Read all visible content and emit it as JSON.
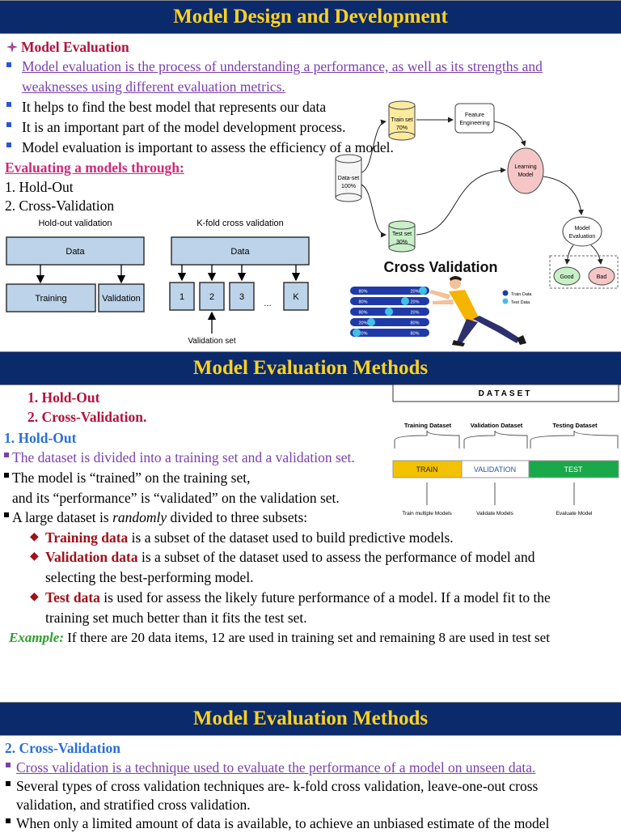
{
  "slide1": {
    "title": "Model Design and Development",
    "heading": "Model Evaluation",
    "intro_line1": "Model evaluation is the process of understanding a performance, as well as its strengths and",
    "intro_line2": "weaknesses using different evaluation metrics.",
    "bullets": [
      "It helps to find the best model that represents our data",
      "It is an important part of the model development process.",
      "Model evaluation is important to assess the efficiency of a model."
    ],
    "eval_heading": "Evaluating a models through:",
    "list": [
      "1. Hold-Out",
      "2. Cross-Validation"
    ],
    "holdout_diagram": {
      "title": "Hold-out validation",
      "data": "Data",
      "training": "Training",
      "validation": "Validation"
    },
    "kfold_diagram": {
      "title": "K-fold cross validation",
      "data": "Data",
      "folds": [
        "1",
        "2",
        "3",
        "K"
      ],
      "dots": "...",
      "validation_set": "Validation set"
    },
    "flow_diagram": {
      "dataset": [
        "Data-set",
        "100%"
      ],
      "train_set": [
        "Train set",
        "70%"
      ],
      "test_set": [
        "Test set",
        "30%"
      ],
      "feature_eng": [
        "Feature",
        "Engineering"
      ],
      "learning_model": [
        "Learning",
        "Model"
      ],
      "model_eval": [
        "Model",
        "Evaluation"
      ],
      "good": "Good",
      "bad": "Bad"
    },
    "cv_graphic": {
      "title": "Cross Validation",
      "rows": [
        [
          "80%",
          "20%"
        ],
        [
          "80%",
          "20%"
        ],
        [
          "80%",
          "20%"
        ],
        [
          "20%",
          "80%"
        ],
        [
          "20%",
          "80%"
        ]
      ],
      "legend_train": "Train Data",
      "legend_test": "Test Data",
      "color_train": "#1f3aa8",
      "color_test": "#3fc0e8"
    }
  },
  "slide2": {
    "title": "Model Evaluation Methods",
    "numbered": [
      "1. Hold-Out",
      "2. Cross-Validation."
    ],
    "section": "1. Hold-Out",
    "bullet1": "The dataset is divided into a training set and a validation set.",
    "bullet2_line1": "The model is “trained” on the training set,",
    "bullet2_line2": "and its “performance” is “validated” on the validation set.",
    "bullet3_pre": "A large dataset is ",
    "bullet3_em": "randomly",
    "bullet3_post": " divided to three subsets:",
    "items": [
      {
        "term": "Training data",
        "rest": " is a subset of the dataset used to build predictive models.",
        "cont": ""
      },
      {
        "term": "Validation data",
        "rest": " is a subset of the dataset used to assess the performance of model and",
        "cont": "selecting the best-performing model."
      },
      {
        "term": "Test data",
        "rest": " is used for assess the likely future performance of a model. If a model fit to the",
        "cont": "training set much better than it fits the test set."
      }
    ],
    "example_label": "Example:",
    "example_text": " If there are 20 data items, 12 are used in training set and remaining 8 are used in test set",
    "dataset_diagram": {
      "header": "DATASET",
      "training_dataset": "Training Dataset",
      "validation_dataset": "Validation Dataset",
      "testing_dataset": "Testing Dataset",
      "train": "TRAIN",
      "validation": "VALIDATION",
      "test": "TEST",
      "train_multiple": "Train multiple Models",
      "validate_models": "Validate Models",
      "evaluate_model": "Evaluate Model",
      "color_train": "#f2c200",
      "color_test": "#19a84a"
    }
  },
  "slide3": {
    "title": "Model Evaluation Methods",
    "section": "2. Cross-Validation",
    "bullet1": "Cross validation is a technique used to evaluate the performance of a model on unseen data.",
    "bullet2_line1": "Several types of cross validation techniques are- k-fold cross validation, leave-one-out cross",
    "bullet2_line2": "validation, and stratified cross validation.",
    "bullet3": "When only a limited amount of data is available, to achieve an unbiased estimate of the model"
  }
}
